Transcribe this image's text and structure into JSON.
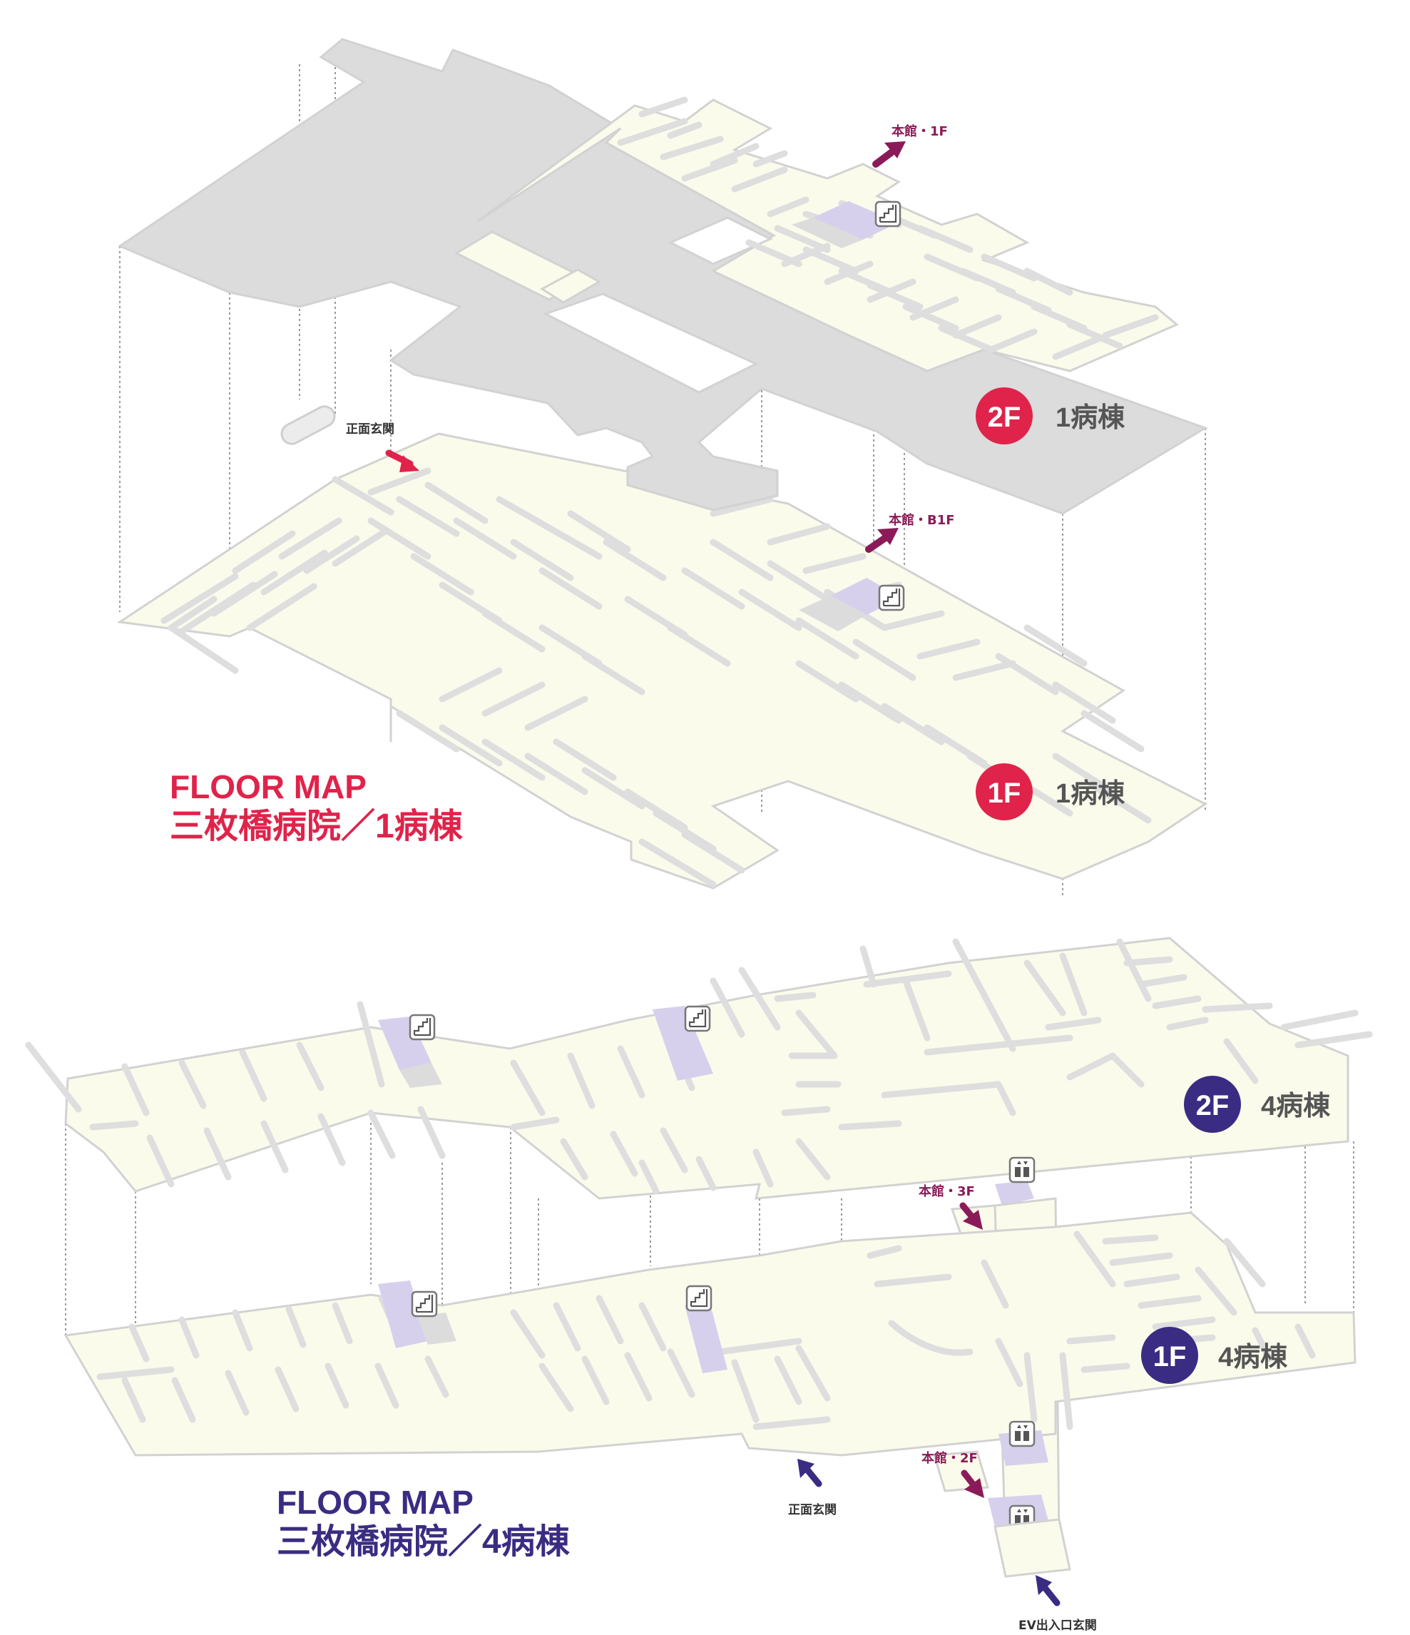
{
  "title": "",
  "maps": [
    {
      "heading_line1": "FLOOR MAP",
      "heading_line2": "三枚橋病院／1病棟",
      "accent": "#e0234a",
      "floors": [
        {
          "badge": "2F",
          "label": "1病棟"
        },
        {
          "badge": "1F",
          "label": "1病棟"
        }
      ],
      "labels": [
        "本館・1F",
        "本館・B1F",
        "正面玄関"
      ]
    },
    {
      "heading_line1": "FLOOR MAP",
      "heading_line2": "三枚橋病院／4病棟",
      "accent": "#3a2c82",
      "floors": [
        {
          "badge": "2F",
          "label": "4病棟"
        },
        {
          "badge": "1F",
          "label": "4病棟"
        }
      ],
      "labels": [
        "本館・3F",
        "本館・2F",
        "正面玄関",
        "EV出入口玄関"
      ]
    }
  ],
  "colors": {
    "floor_fill": "#fbfbec",
    "upper_floor_fill": "#dcdcdc",
    "stair_fill": "#d7d0ec",
    "arrow_link": "#8b1b58",
    "arrow_entrance_red": "#e0234a",
    "arrow_entrance_blue": "#3a2c82"
  },
  "icons": [
    "stairs-icon",
    "elevator-icon",
    "arrow-icon"
  ]
}
